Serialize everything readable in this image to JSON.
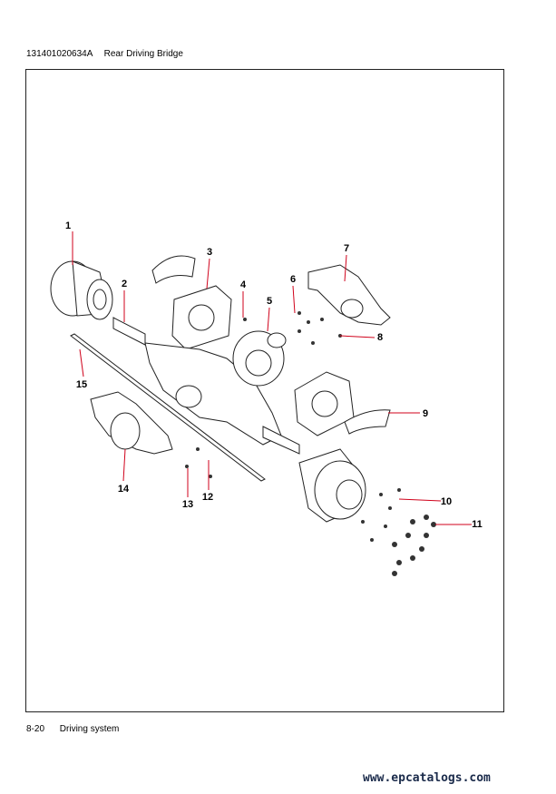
{
  "header": {
    "part_number": "131401020634A",
    "title": "Rear Driving Bridge"
  },
  "footer": {
    "page": "8-20",
    "section": "Driving system"
  },
  "watermark": "www.epcatalogs.com",
  "diagram": {
    "callouts": [
      "1",
      "2",
      "3",
      "4",
      "5",
      "6",
      "7",
      "8",
      "9",
      "10",
      "11",
      "12",
      "13",
      "14",
      "15"
    ],
    "leader_color": "#d0021b"
  }
}
